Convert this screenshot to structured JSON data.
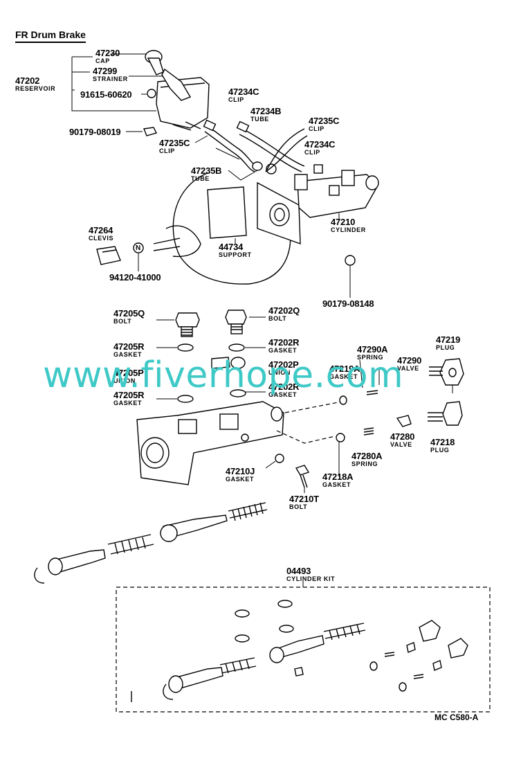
{
  "header": {
    "title": "FR Drum Brake"
  },
  "parts": [
    {
      "key": "p47230",
      "number": "47230",
      "name": "CAP"
    },
    {
      "key": "p47299",
      "number": "47299",
      "name": "STRAINER"
    },
    {
      "key": "p47202",
      "number": "47202",
      "name": "RESERVOIR"
    },
    {
      "key": "p91615",
      "number": "91615-60620",
      "name": ""
    },
    {
      "key": "p90179a",
      "number": "90179-08019",
      "name": ""
    },
    {
      "key": "p47234C1",
      "number": "47234C",
      "name": "CLIP"
    },
    {
      "key": "p47234B",
      "number": "47234B",
      "name": "TUBE"
    },
    {
      "key": "p47235C1",
      "number": "47235C",
      "name": "CLIP"
    },
    {
      "key": "p47235C2",
      "number": "47235C",
      "name": "CLIP"
    },
    {
      "key": "p47234C2",
      "number": "47234C",
      "name": "CLIP"
    },
    {
      "key": "p47235B",
      "number": "47235B",
      "name": "TUBE"
    },
    {
      "key": "p47210",
      "number": "47210",
      "name": "CYLINDER"
    },
    {
      "key": "p47264",
      "number": "47264",
      "name": "CLEVIS"
    },
    {
      "key": "p44734",
      "number": "44734",
      "name": "SUPPORT"
    },
    {
      "key": "p94120",
      "number": "94120-41000",
      "name": ""
    },
    {
      "key": "p90179b",
      "number": "90179-08148",
      "name": ""
    },
    {
      "key": "p47205Q",
      "number": "47205Q",
      "name": "BOLT"
    },
    {
      "key": "p47202Q",
      "number": "47202Q",
      "name": "BOLT"
    },
    {
      "key": "p47205R1",
      "number": "47205R",
      "name": "GASKET"
    },
    {
      "key": "p47202R",
      "number": "47202R",
      "name": "GASKET"
    },
    {
      "key": "p47290A",
      "number": "47290A",
      "name": "SPRING"
    },
    {
      "key": "p47219",
      "number": "47219",
      "name": "PLUG"
    },
    {
      "key": "p47290",
      "number": "47290",
      "name": "VALVE"
    },
    {
      "key": "p47219A",
      "number": "47219A",
      "name": "GASKET"
    },
    {
      "key": "p47205P",
      "number": "47205P",
      "name": "UNION"
    },
    {
      "key": "p47202P",
      "number": "47202P",
      "name": "UNION"
    },
    {
      "key": "p47205R2",
      "number": "47205R",
      "name": "GASKET"
    },
    {
      "key": "p47202R2",
      "number": "47202R",
      "name": "GASKET"
    },
    {
      "key": "p47280",
      "number": "47280",
      "name": "VALVE"
    },
    {
      "key": "p47218",
      "number": "47218",
      "name": "PLUG"
    },
    {
      "key": "p47280A",
      "number": "47280A",
      "name": "SPRING"
    },
    {
      "key": "p47210J",
      "number": "47210J",
      "name": "GASKET"
    },
    {
      "key": "p47218A",
      "number": "47218A",
      "name": "GASKET"
    },
    {
      "key": "p47210T",
      "number": "47210T",
      "name": "BOLT"
    },
    {
      "key": "p04493",
      "number": "04493",
      "name": "CYLINDER KIT"
    }
  ],
  "callout_letter": "N",
  "watermark": "www.fiverhope.com",
  "footer": {
    "code": "MC  C580-A"
  },
  "colors": {
    "watermark": "#3ec9c7",
    "ink": "#000000",
    "background": "#ffffff"
  }
}
